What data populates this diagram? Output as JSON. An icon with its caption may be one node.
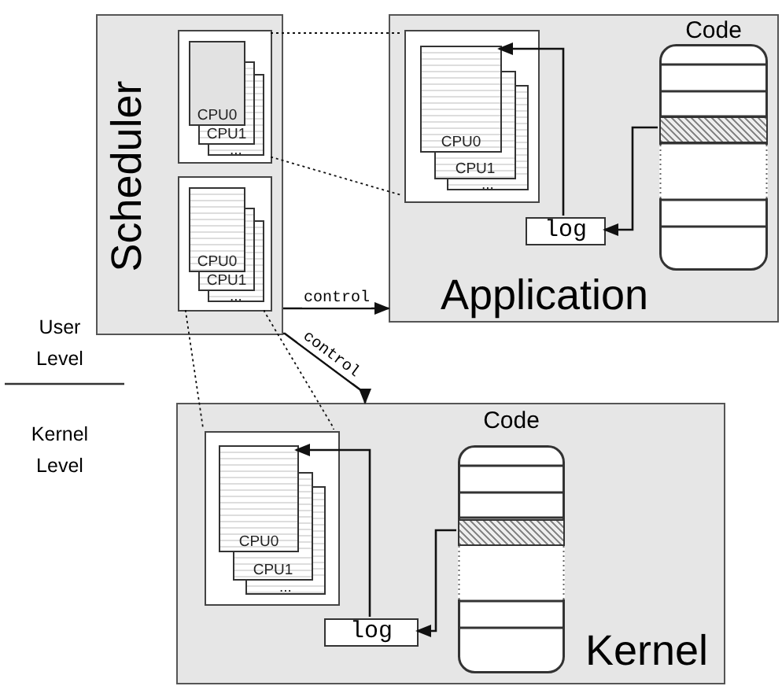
{
  "diagram": {
    "nodes": [
      {
        "text": [
          "Scheduler"
        ]
      },
      {
        "text": [],
        "shape": "box",
        "in": 0
      },
      {
        "text": [
          "CPU0"
        ],
        "in": 1
      },
      {
        "text": [
          "CPU1"
        ],
        "in": 1
      },
      {
        "text": [
          "..."
        ],
        "in": 1
      },
      {
        "text": [],
        "shape": "box",
        "in": 0
      },
      {
        "text": [
          "CPU0"
        ],
        "in": 5
      },
      {
        "text": [
          "CPU1"
        ],
        "in": 5
      },
      {
        "text": [
          "..."
        ],
        "in": 5
      },
      {
        "text": [
          "Application"
        ]
      },
      {
        "text": [],
        "shape": "box",
        "in": 9
      },
      {
        "text": [
          "CPU0"
        ],
        "in": 10
      },
      {
        "text": [
          "CPU1"
        ],
        "in": 10
      },
      {
        "text": [
          "..."
        ],
        "in": 10
      },
      {
        "text": [
          "log"
        ],
        "in": 9
      },
      {
        "text": [
          "Code"
        ],
        "in": 9
      },
      {
        "text": [],
        "shape": "bar",
        "in": 15
      },
      {
        "text": [
          "Kernel"
        ]
      },
      {
        "text": [],
        "shape": "box",
        "in": 17
      },
      {
        "text": [
          "CPU0"
        ],
        "in": 18
      },
      {
        "text": [
          "CPU1"
        ],
        "in": 18
      },
      {
        "text": [
          "..."
        ],
        "in": 18
      },
      {
        "text": [
          "log"
        ],
        "in": 17
      },
      {
        "text": [
          "Code"
        ],
        "in": 17
      },
      {
        "text": [],
        "shape": "bar",
        "in": 23
      }
    ],
    "edges": [
      {
        "from": 16,
        "to": 14,
        "arrow": "to"
      },
      {
        "from": 14,
        "to": 11,
        "arrow": "to"
      },
      {
        "from": 24,
        "to": 22,
        "arrow": "to"
      },
      {
        "from": 22,
        "to": 19,
        "arrow": "to"
      },
      {
        "from": 0,
        "to": 9,
        "arrow": "to",
        "label": "control"
      },
      {
        "from": 0,
        "to": 17,
        "arrow": "to",
        "label": "control"
      },
      {
        "from": 1,
        "to": 10,
        "arrow": "none",
        "style": "dashed"
      },
      {
        "from": 1,
        "to": 10,
        "arrow": "none",
        "style": "dashed"
      },
      {
        "from": 5,
        "to": 18,
        "arrow": "none",
        "style": "dashed"
      },
      {
        "from": 5,
        "to": 18,
        "arrow": "none",
        "style": "dashed"
      }
    ],
    "labels": [
      "User Level",
      "Kernel Level"
    ]
  }
}
